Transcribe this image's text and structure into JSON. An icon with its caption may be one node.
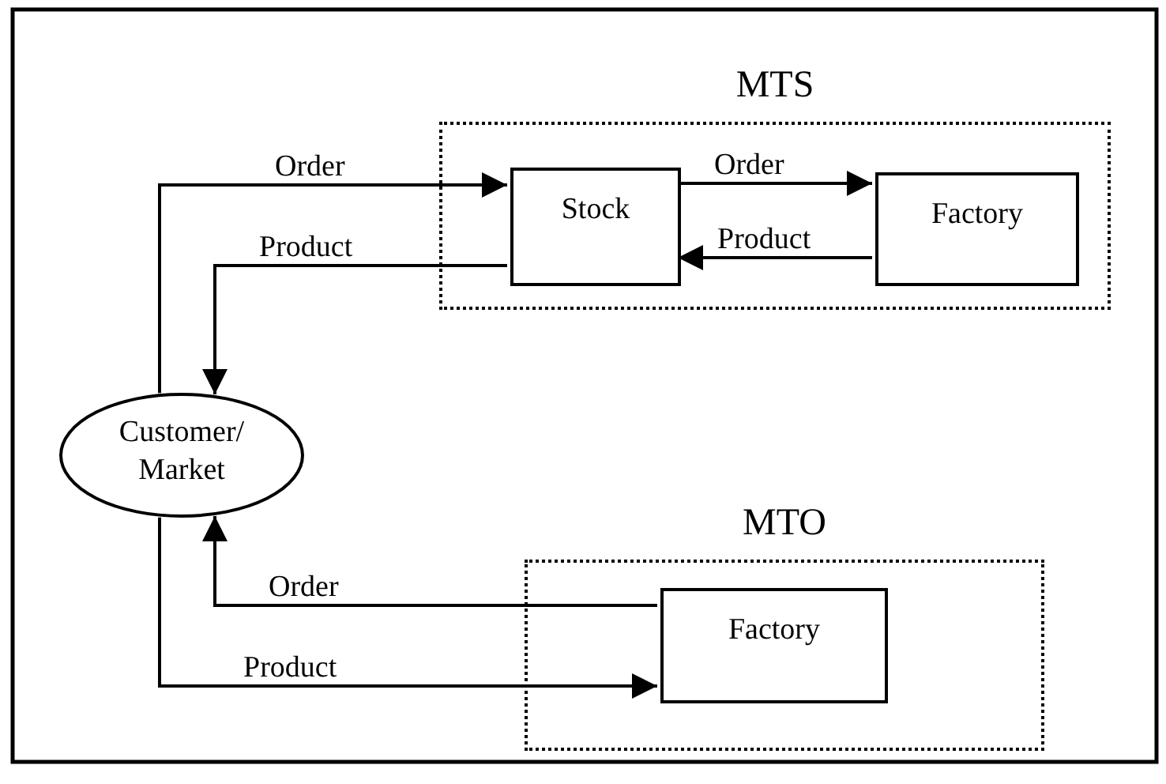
{
  "diagram": {
    "nodes": [
      {
        "text": [
          "MTS"
        ]
      },
      {
        "text": [
          "Stock"
        ],
        "in": 0
      },
      {
        "text": [
          "Factory"
        ],
        "in": 0
      },
      {
        "text": [
          "Customer/ Market"
        ]
      },
      {
        "text": [
          "MTO"
        ]
      },
      {
        "text": [
          "Factory"
        ],
        "in": 4
      }
    ],
    "edges": [
      {
        "from": 3,
        "to": 1,
        "arrow": "to",
        "label": "Order"
      },
      {
        "from": 1,
        "to": 3,
        "arrow": "to",
        "label": "Product"
      },
      {
        "from": 1,
        "to": 2,
        "arrow": "to",
        "label": "Order"
      },
      {
        "from": 2,
        "to": 1,
        "arrow": "to",
        "label": "Product"
      },
      {
        "from": 5,
        "to": 3,
        "arrow": "to",
        "label": "Order"
      },
      {
        "from": 3,
        "to": 5,
        "arrow": "to",
        "label": "Product"
      }
    ]
  }
}
